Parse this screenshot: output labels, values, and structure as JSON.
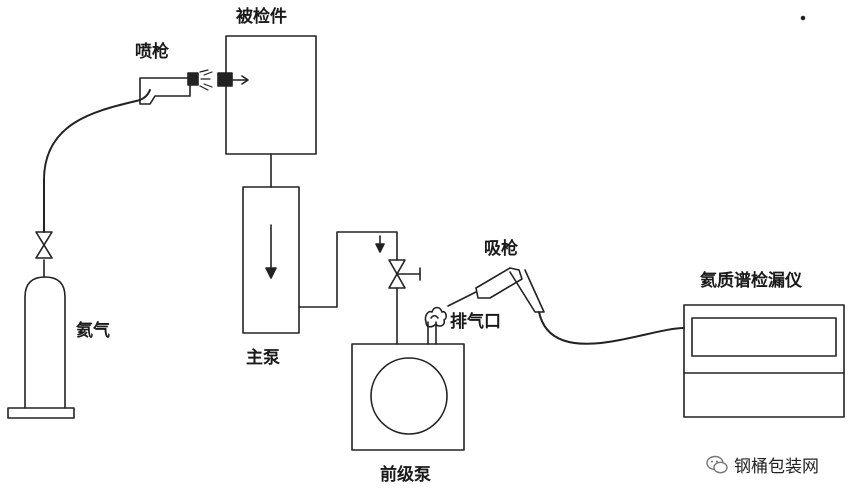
{
  "labels": {
    "spray_gun": "喷枪",
    "test_piece": "被检件",
    "helium": "氦气",
    "main_pump": "主泵",
    "backing_pump": "前级泵",
    "exhaust": "排气口",
    "sniffer_gun": "吸枪",
    "leak_detector": "氦质谱检漏仪"
  },
  "watermark": "钢桶包装网"
}
